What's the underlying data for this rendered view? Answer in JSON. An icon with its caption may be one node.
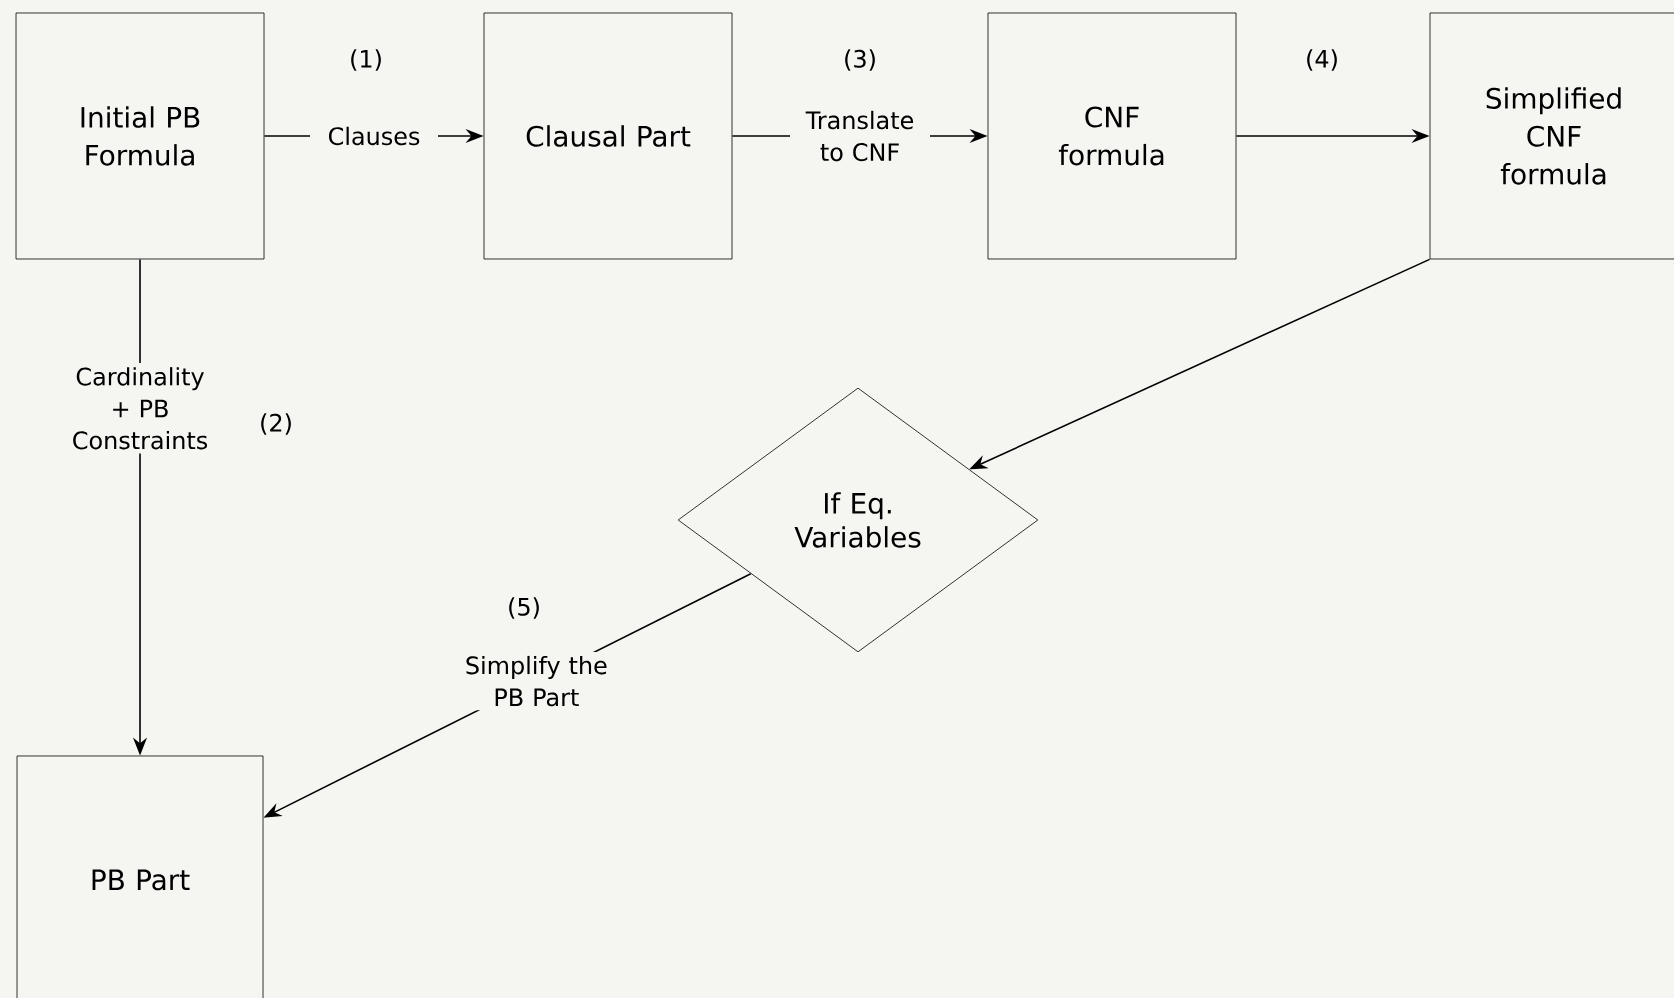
{
  "diagram": {
    "nodes": [
      {
        "text": [
          "Initial PB Formula"
        ]
      },
      {
        "text": [
          "Clausal Part"
        ]
      },
      {
        "text": [
          "CNF formula"
        ]
      },
      {
        "text": [
          "Simplified CNF formula"
        ]
      },
      {
        "text": [
          "If Eq. Variables"
        ]
      },
      {
        "text": [
          "PB Part"
        ]
      }
    ],
    "edges": [
      {
        "from": 0,
        "to": 1,
        "arrow": "to",
        "label": "Clauses"
      },
      {
        "from": 1,
        "to": 2,
        "arrow": "to",
        "label": "Translate to CNF"
      },
      {
        "from": 2,
        "to": 3,
        "arrow": "to"
      },
      {
        "from": 0,
        "to": 5,
        "arrow": "to",
        "label": "Cardinality + PB Constraints"
      },
      {
        "from": 3,
        "to": 4,
        "arrow": "to"
      },
      {
        "from": 4,
        "to": 5,
        "arrow": "to",
        "label": "Simplify the PB Part"
      }
    ],
    "labels": [
      "(1)",
      "(3)",
      "(4)",
      "(2)",
      "(5)"
    ]
  }
}
